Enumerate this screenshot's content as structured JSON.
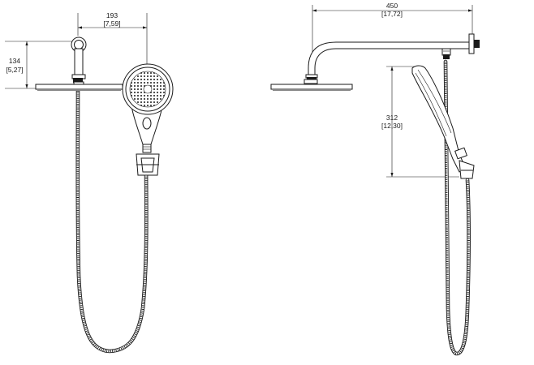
{
  "dimensions": {
    "front_width": {
      "value": "193",
      "imperial": "[7,59]"
    },
    "front_height": {
      "value": "134",
      "imperial": "[5,27]"
    },
    "side_width": {
      "value": "450",
      "imperial": "[17,72]"
    },
    "side_height": {
      "value": "312",
      "imperial": "[12,30]"
    }
  },
  "colors": {
    "line": "#1a1a1a",
    "background": "#ffffff"
  }
}
